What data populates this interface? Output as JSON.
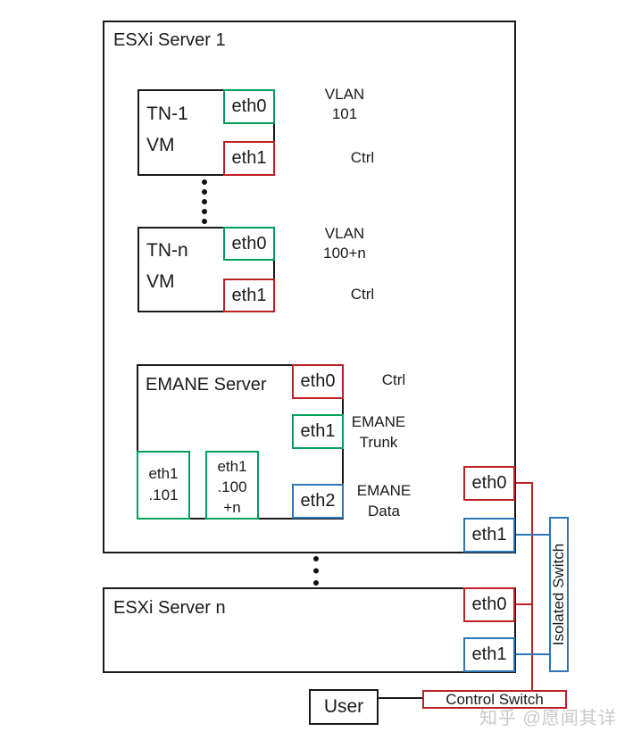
{
  "colors": {
    "outline_black": "#1a1a1a",
    "vlan_green": "#00a05c",
    "ctrl_red": "#bf2026",
    "data_blue": "#2e75b6",
    "watermark_gray": "#c9c9c9"
  },
  "esxi_server_1": {
    "title": "ESXi Server 1"
  },
  "tn1_vm": {
    "name_line1": "TN-1",
    "name_line2": "VM",
    "eth0": "eth0",
    "eth1": "eth1"
  },
  "tnn_vm": {
    "name_line1": "TN-n",
    "name_line2": "VM",
    "eth0": "eth0",
    "eth1": "eth1"
  },
  "emane_server": {
    "title": "EMANE Server",
    "eth0": "eth0",
    "eth1": "eth1",
    "eth2": "eth2",
    "vif101": {
      "line1": "eth1",
      "line2": ".101"
    },
    "vif100n": {
      "line1": "eth1",
      "line2": ".100",
      "line3": "+n"
    }
  },
  "link_labels": {
    "vlan101": {
      "line1": "VLAN",
      "line2": "101"
    },
    "ctrl_tn1": "Ctrl",
    "vlan100n": {
      "line1": "VLAN",
      "line2": "100+n"
    },
    "ctrl_tnn": "Ctrl",
    "ctrl_emane": "Ctrl",
    "emane_trunk": {
      "line1": "EMANE",
      "line2": "Trunk"
    },
    "emane_data": {
      "line1": "EMANE",
      "line2": "Data"
    }
  },
  "esxi1_uplinks": {
    "eth0": "eth0",
    "eth1": "eth1"
  },
  "esxi_server_n": {
    "title": "ESXi Server n",
    "eth0": "eth0",
    "eth1": "eth1"
  },
  "isolated_switch": {
    "label": "Isolated Switch"
  },
  "control_switch": {
    "label": "Control Switch"
  },
  "user": {
    "label": "User"
  },
  "watermark": {
    "text": "知乎 @愿闻其详"
  }
}
